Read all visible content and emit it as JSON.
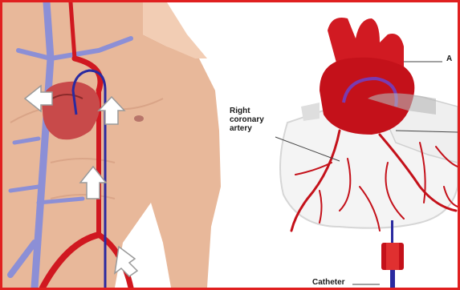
{
  "labels": {
    "right_coronary_artery": "Right coronary artery",
    "catheter": "Catheter",
    "aorta_partial": "A"
  },
  "colors": {
    "border": "#e02020",
    "skin": "#e8b89a",
    "vein": "#8c8fd6",
    "artery": "#d01820",
    "catheter": "#2a2aa0",
    "heart_outline": "#eeeeee"
  },
  "icons": [
    "flow-arrow-icon",
    "catheter-arrow-icon"
  ]
}
